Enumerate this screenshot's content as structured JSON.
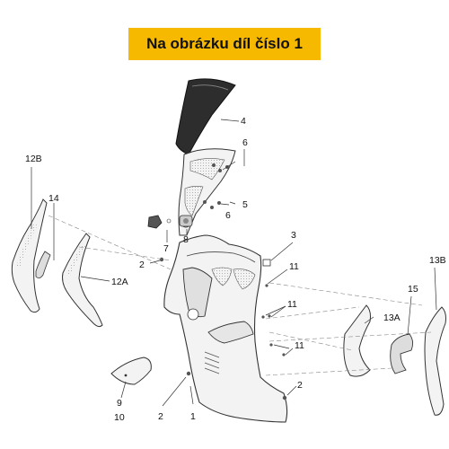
{
  "banner": {
    "text": "Na obrázku díl číslo 1"
  },
  "colors": {
    "banner_bg": "#f7b900",
    "line": "#333333",
    "part_fill": "#f3f3f3",
    "dark_part": "#2d2d2d"
  },
  "labels": {
    "l1": "1",
    "l2a": "2",
    "l2b": "2",
    "l2c": "2",
    "l3": "3",
    "l4": "4",
    "l5": "5",
    "l6a": "6",
    "l6b": "6",
    "l7": "7",
    "l8": "8",
    "l9": "9",
    "l10": "10",
    "l11a": "11",
    "l11b": "11",
    "l11c": "11",
    "l12A": "12A",
    "l12B": "12B",
    "l13A": "13A",
    "l13B": "13B",
    "l14": "14",
    "l15": "15"
  }
}
